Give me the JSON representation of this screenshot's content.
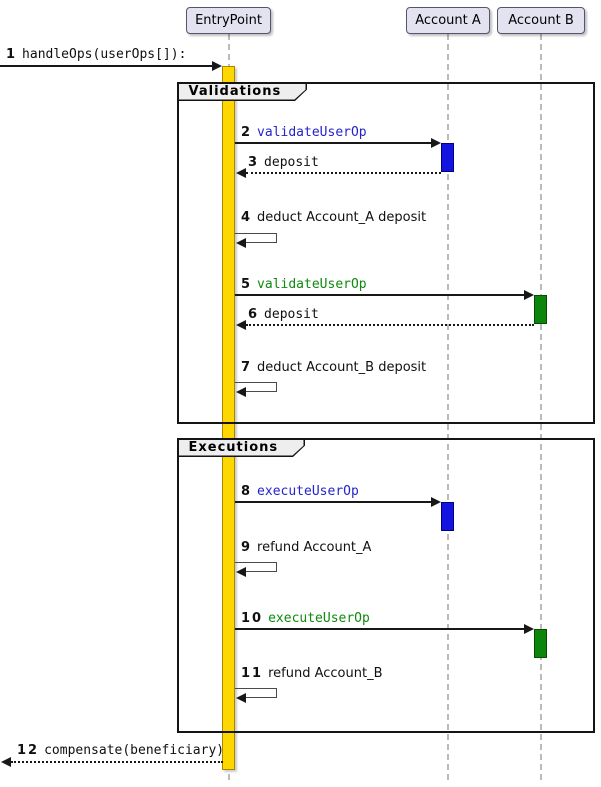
{
  "diagram": {
    "participants": [
      {
        "label": "EntryPoint"
      },
      {
        "label": "Account A"
      },
      {
        "label": "Account B"
      }
    ],
    "frames": [
      {
        "title": "Validations"
      },
      {
        "title": "Executions"
      }
    ],
    "messages": [
      {
        "num": "1",
        "label": "handleOps(userOps[]):",
        "style": "mono",
        "color": "black",
        "kind": "sync-in"
      },
      {
        "num": "2",
        "label": "validateUserOp",
        "style": "mono",
        "color": "blue",
        "kind": "sync"
      },
      {
        "num": "3",
        "label": "deposit",
        "style": "mono",
        "color": "black",
        "kind": "return"
      },
      {
        "num": "4",
        "label": "deduct Account_A deposit",
        "style": "sans",
        "color": "black",
        "kind": "self"
      },
      {
        "num": "5",
        "label": "validateUserOp",
        "style": "mono",
        "color": "green",
        "kind": "sync"
      },
      {
        "num": "6",
        "label": "deposit",
        "style": "mono",
        "color": "black",
        "kind": "return"
      },
      {
        "num": "7",
        "label": "deduct Account_B deposit",
        "style": "sans",
        "color": "black",
        "kind": "self"
      },
      {
        "num": "8",
        "label": "executeUserOp",
        "style": "mono",
        "color": "blue",
        "kind": "sync"
      },
      {
        "num": "9",
        "label": "refund Account_A",
        "style": "sans",
        "color": "black",
        "kind": "self"
      },
      {
        "num": "10",
        "label": "executeUserOp",
        "style": "mono",
        "color": "green",
        "kind": "sync"
      },
      {
        "num": "11",
        "label": "refund Account_B",
        "style": "sans",
        "color": "black",
        "kind": "self"
      },
      {
        "num": "12",
        "label": "compensate(beneficiary)",
        "style": "mono",
        "color": "black",
        "kind": "return-out"
      }
    ],
    "colors": {
      "entrypoint_activation": "#FFD700",
      "account_a_activation": "#1414E0",
      "account_b_activation": "#0B860B",
      "message_blue": "#2424CE",
      "message_green": "#0E8A0E",
      "participant_fill": "#E2E2F0",
      "frame_label_fill": "#EEEEEE",
      "lifeline": "#BBBBBB"
    }
  }
}
